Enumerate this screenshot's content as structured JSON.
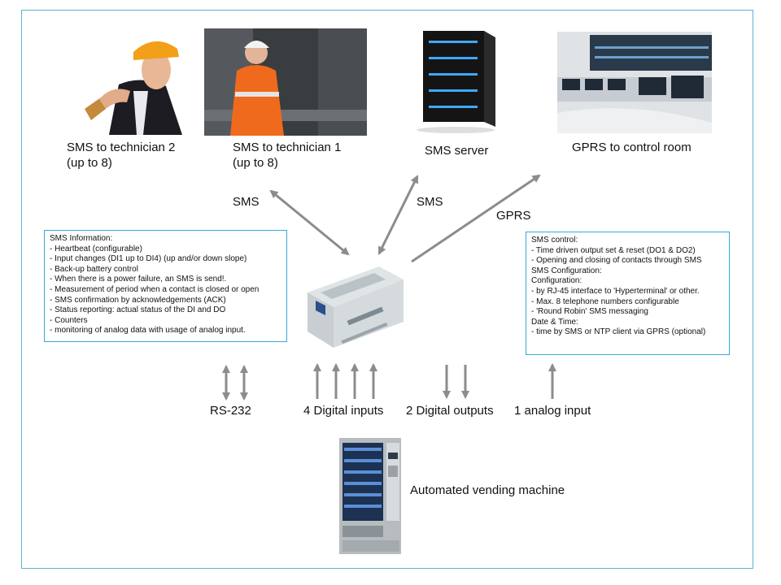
{
  "top_items": {
    "tech2": "SMS to technician 2\n(up to 8)",
    "tech1": "SMS to technician 1\n(up to 8)",
    "server": "SMS server",
    "control": "GPRS to control room"
  },
  "links": {
    "sms_left": "SMS",
    "sms_right": "SMS",
    "gprs": "GPRS"
  },
  "sms_information": {
    "lines": [
      "SMS Information:",
      "- Heartbeat (configurable)",
      "- Input changes (DI1 up to DI4) (up and/or down slope)",
      "- Back-up battery control",
      "- When there is a power failure, an SMS is send!.",
      "- Measurement of period when a contact is closed or open",
      "- SMS  confirmation by acknowledgements (ACK)",
      "- Status reporting: actual status of the DI and DO",
      "- Counters",
      "- monitoring of analog data with usage of analog input."
    ]
  },
  "sms_control": {
    "lines": [
      "SMS control:",
      "- Time  driven output set & reset (DO1 & DO2)",
      "- Opening and closing of contacts through SMS",
      "SMS Configuration:",
      "Configuration:",
      "- by RJ-45 interface to 'Hyperterminal' or other.",
      "- Max. 8 telephone numbers configurable",
      "- 'Round Robin' SMS messaging",
      "Date & Time:",
      "- time  by SMS or NTP client via GPRS  (optional)"
    ]
  },
  "io": {
    "rs232": "RS-232",
    "digital_inputs": "4 Digital inputs",
    "digital_outputs": "2 Digital outputs",
    "analog_input": "1 analog input"
  },
  "vending": "Automated vending machine",
  "colors": {
    "frame": "#5ab4cf",
    "box_border": "#3aa9d6",
    "arrow": "#8c8c8c"
  }
}
